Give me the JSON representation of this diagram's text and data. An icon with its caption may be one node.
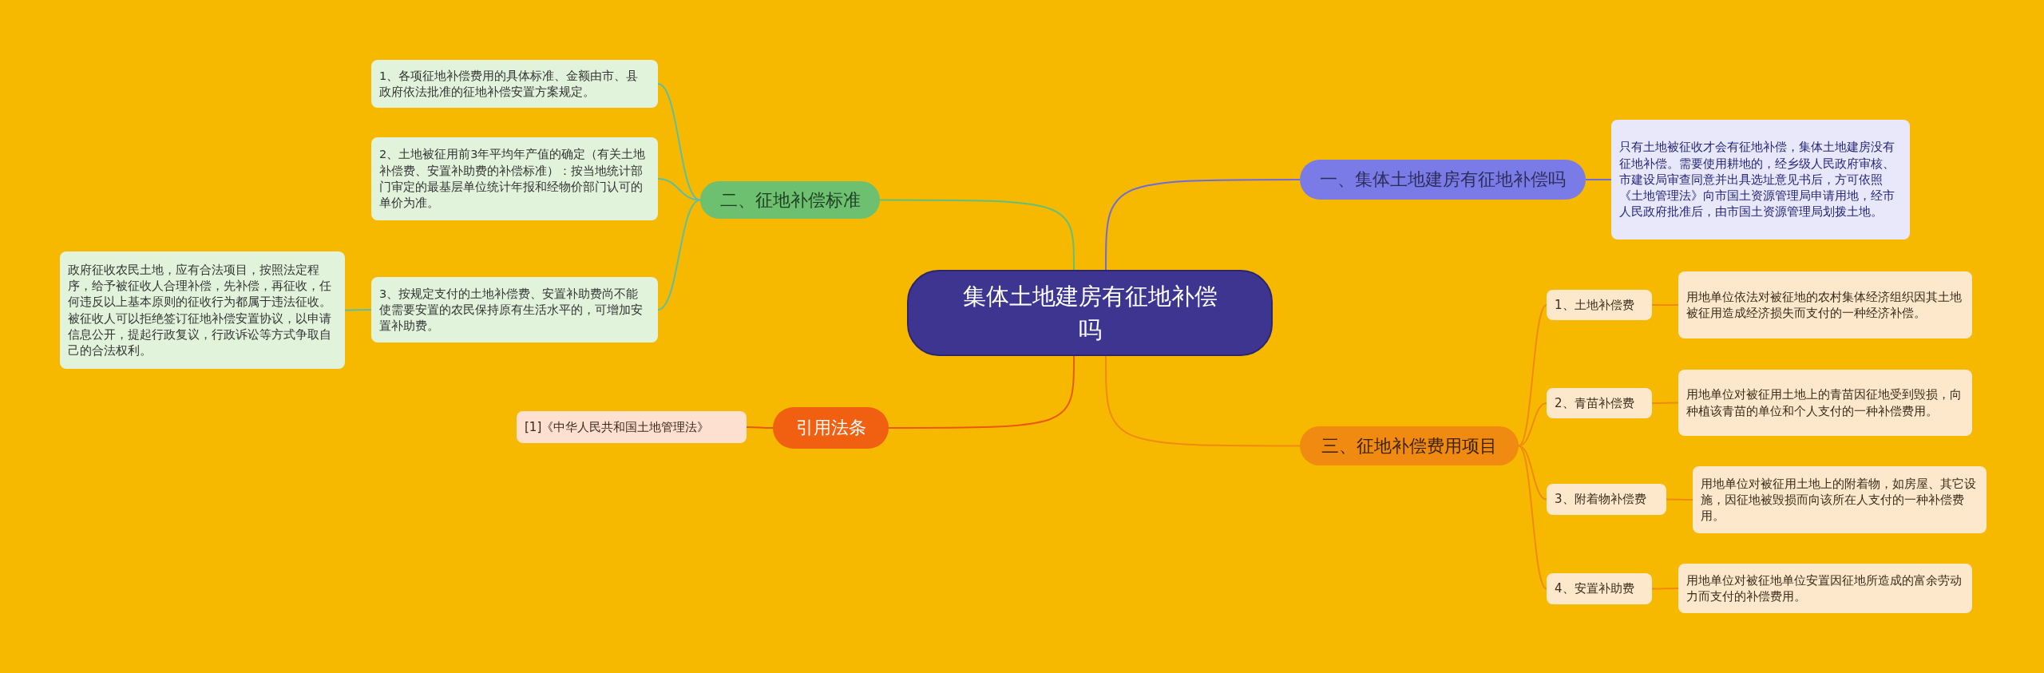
{
  "diagram": {
    "nodes": [
      {
        "text": [
          "集体土地建房有征地补偿吗"
        ]
      },
      {
        "text": [
          "一、集体土地建房有征地补偿吗"
        ]
      },
      {
        "text": [
          "只有土地被征收才会有征地补偿，集体土地建房没有征地补偿。需要使用耕地的，经乡级人民政府审核、市建设局审查同意并出具选址意见书后，方可依照《土地管理法》向市国土资源管理局申请用地，经市人民政府批准后，由市国土资源管理局划拨土地。"
        ]
      },
      {
        "text": [
          "二、征地补偿标准"
        ]
      },
      {
        "text": [
          "1、各项征地补偿费用的具体标准、金额由市、县政府依法批准的征地补偿安置方案规定。"
        ]
      },
      {
        "text": [
          "2、土地被征用前3年平均年产值的确定（有关土地补偿费、安置补助费的补偿标准）：按当地统计部门审定的最基层单位统计年报和经物价部门认可的单价为准。"
        ]
      },
      {
        "text": [
          "3、按规定支付的土地补偿费、安置补助费尚不能使需要安置的农民保持原有生活水平的，可增加安置补助费。"
        ]
      },
      {
        "text": [
          "政府征收农民土地，应有合法项目，按照法定程序，给予被征收人合理补偿，先补偿，再征收，任何违反以上基本原则的征收行为都属于违法征收。被征收人可以拒绝签订征地补偿安置协议，以申请信息公开，提起行政复议，行政诉讼等方式争取自己的合法权利。"
        ]
      },
      {
        "text": [
          "三、征地补偿费用项目"
        ]
      },
      {
        "text": [
          "1、土地补偿费"
        ]
      },
      {
        "text": [
          "用地单位依法对被征地的农村集体经济组织因其土地被征用造成经济损失而支付的一种经济补偿。"
        ]
      },
      {
        "text": [
          "2、青苗补偿费"
        ]
      },
      {
        "text": [
          "用地单位对被征用土地上的青苗因征地受到毁损，向种植该青苗的单位和个人支付的一种补偿费用。"
        ]
      },
      {
        "text": [
          "3、附着物补偿费"
        ]
      },
      {
        "text": [
          "用地单位对被征用土地上的附着物，如房屋、其它设施，因征地被毁损而向该所在人支付的一种补偿费用。"
        ]
      },
      {
        "text": [
          "4、安置补助费"
        ]
      },
      {
        "text": [
          "用地单位对被征地单位安置因征地所造成的富余劳动力而支付的补偿费用。"
        ]
      },
      {
        "text": [
          "引用法条"
        ]
      },
      {
        "text": [
          "[1]《中华人民共和国土地管理法》"
        ]
      }
    ],
    "edges": [
      {
        "from": 0,
        "to": 1,
        "arrow": "none",
        "color": "#6c6ce0"
      },
      {
        "from": 1,
        "to": 2,
        "arrow": "none",
        "color": "#6c6ce0"
      },
      {
        "from": 0,
        "to": 3,
        "arrow": "none",
        "color": "#62c07a"
      },
      {
        "from": 3,
        "to": 4,
        "arrow": "none",
        "color": "#5bbfa8"
      },
      {
        "from": 3,
        "to": 5,
        "arrow": "none",
        "color": "#5bbfa8"
      },
      {
        "from": 3,
        "to": 6,
        "arrow": "none",
        "color": "#5bbfa8"
      },
      {
        "from": 6,
        "to": 7,
        "arrow": "none",
        "color": "#5bbfa8"
      },
      {
        "from": 0,
        "to": 8,
        "arrow": "none"
      },
      {
        "from": 8,
        "to": 9,
        "arrow": "none"
      },
      {
        "from": 9,
        "to": 10,
        "arrow": "none"
      },
      {
        "from": 8,
        "to": 11,
        "arrow": "none"
      },
      {
        "from": 11,
        "to": 12,
        "arrow": "none"
      },
      {
        "from": 8,
        "to": 13,
        "arrow": "none"
      },
      {
        "from": 13,
        "to": 14,
        "arrow": "none"
      },
      {
        "from": 8,
        "to": 15,
        "arrow": "none"
      },
      {
        "from": 15,
        "to": 16,
        "arrow": "none"
      },
      {
        "from": 0,
        "to": 17,
        "arrow": "none",
        "color": "#e85a10"
      },
      {
        "from": 17,
        "to": 18,
        "arrow": "none",
        "color": "#e85a10"
      }
    ]
  }
}
